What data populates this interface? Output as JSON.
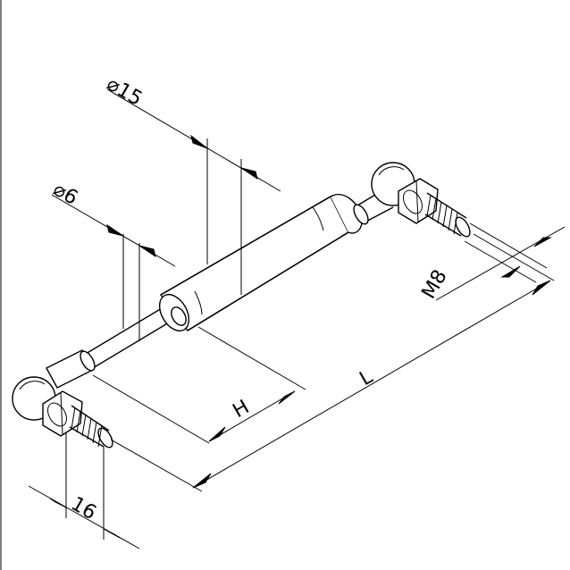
{
  "dimensions": {
    "rod_diameter": "⌀6",
    "body_diameter": "⌀15",
    "stroke_length": "H",
    "total_length": "L",
    "thread": "M8",
    "thread_length": "16"
  }
}
